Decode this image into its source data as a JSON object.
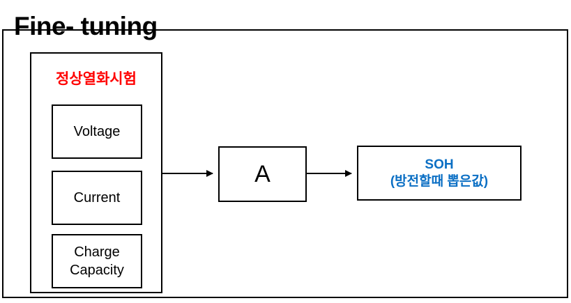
{
  "diagram": {
    "title": "Fine- tuning",
    "group": {
      "label": "정상열화시험",
      "features": [
        {
          "name": "voltage",
          "label": "Voltage"
        },
        {
          "name": "current",
          "label": "Current"
        },
        {
          "name": "charge-capacity",
          "label_line1": "Charge",
          "label_line2": "Capacity"
        }
      ]
    },
    "model": {
      "label": "A"
    },
    "output": {
      "title": "SOH",
      "subtitle": "(방전할때 뽑은값)"
    },
    "colors": {
      "group_label": "#FF0000",
      "output_text": "#0B6FC4",
      "stroke": "#000000",
      "background": "#FFFFFF"
    }
  }
}
